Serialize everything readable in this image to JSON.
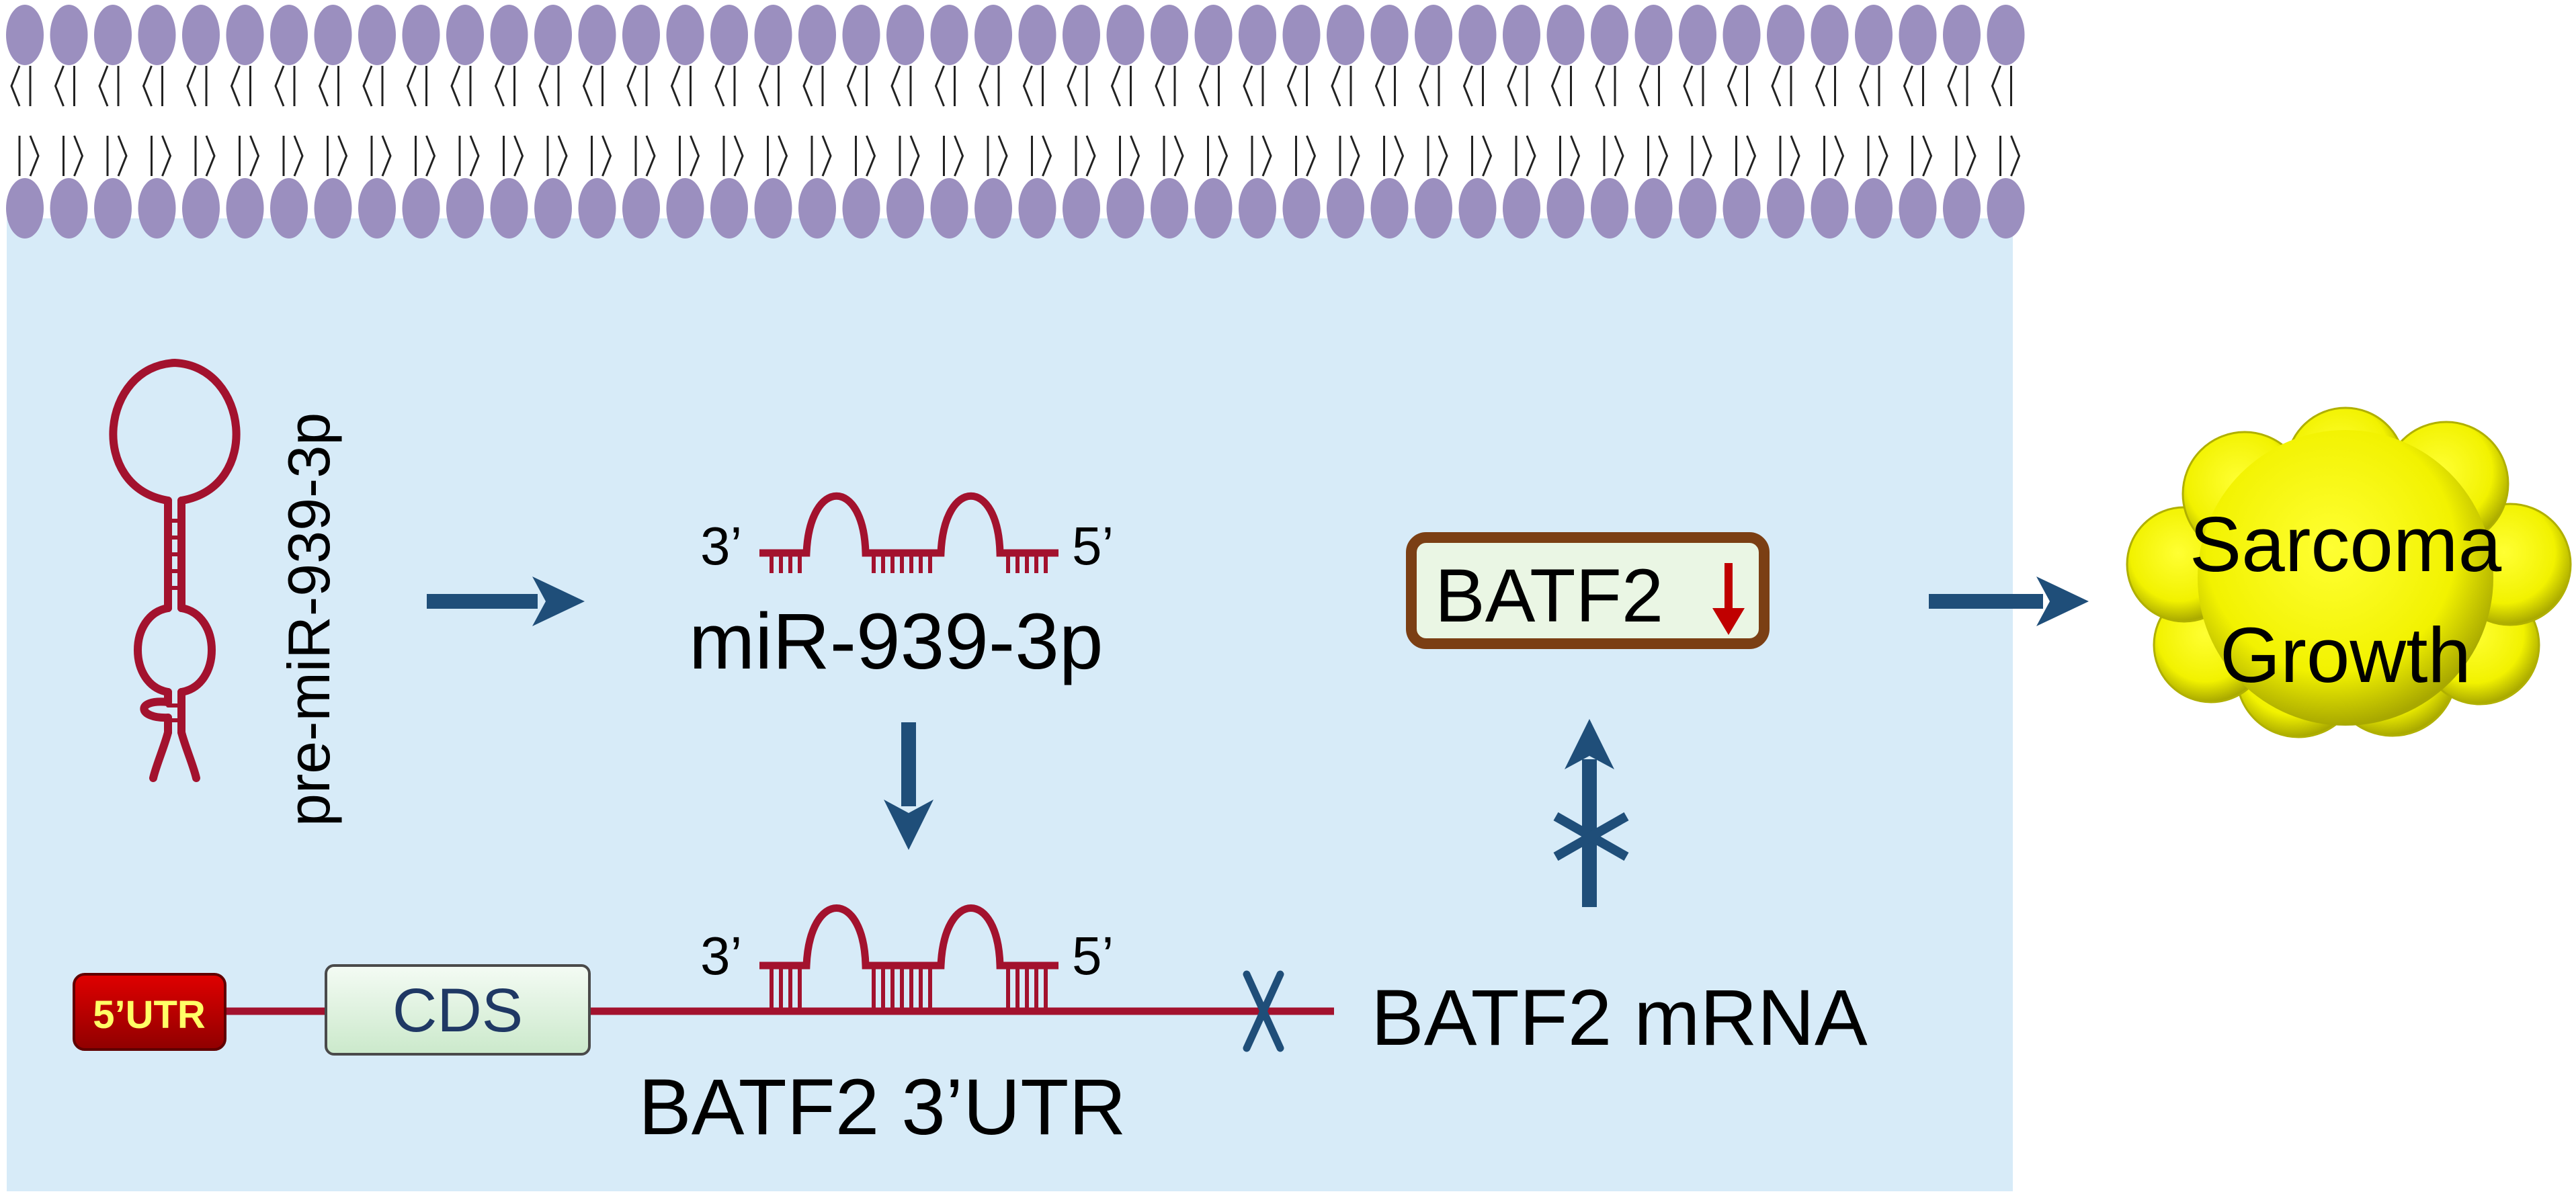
{
  "labels": {
    "pre_mirna": "pre-miR-939-3p",
    "mirna": "miR-939-3p",
    "top_three_prime": "3’",
    "top_five_prime": "5’",
    "bottom_three_prime": "3’",
    "bottom_five_prime": "5’",
    "utr5": "5’UTR",
    "cds": "CDS",
    "batf2_3utr": "BATF2 3’UTR",
    "batf2_mrna": "BATF2 mRNA",
    "batf2_protein": "BATF2",
    "outcome_line1": "Sarcoma",
    "outcome_line2": "Growth"
  },
  "colors": {
    "membrane_head": "#9b8fbf",
    "cytoplasm": "#d7ebf8",
    "rna": "#a3122e",
    "arrow": "#1f4e79",
    "batf2_box_border": "#7b3f14",
    "batf2_box_fill": "#eaf6e4",
    "down_arrow": "#c00000",
    "cds_fill": "#e4f6e4",
    "cds_text": "#1f3864",
    "utr5_fill": "#c00000",
    "utr5_text": "#ffff66",
    "tumor_fill": "#f2f200"
  },
  "icons": {
    "membrane": "phospholipid-bilayer-icon",
    "hairpin": "rna-hairpin-icon",
    "blocked": "cross-mark-icon",
    "tumor": "tumor-cluster-icon"
  }
}
